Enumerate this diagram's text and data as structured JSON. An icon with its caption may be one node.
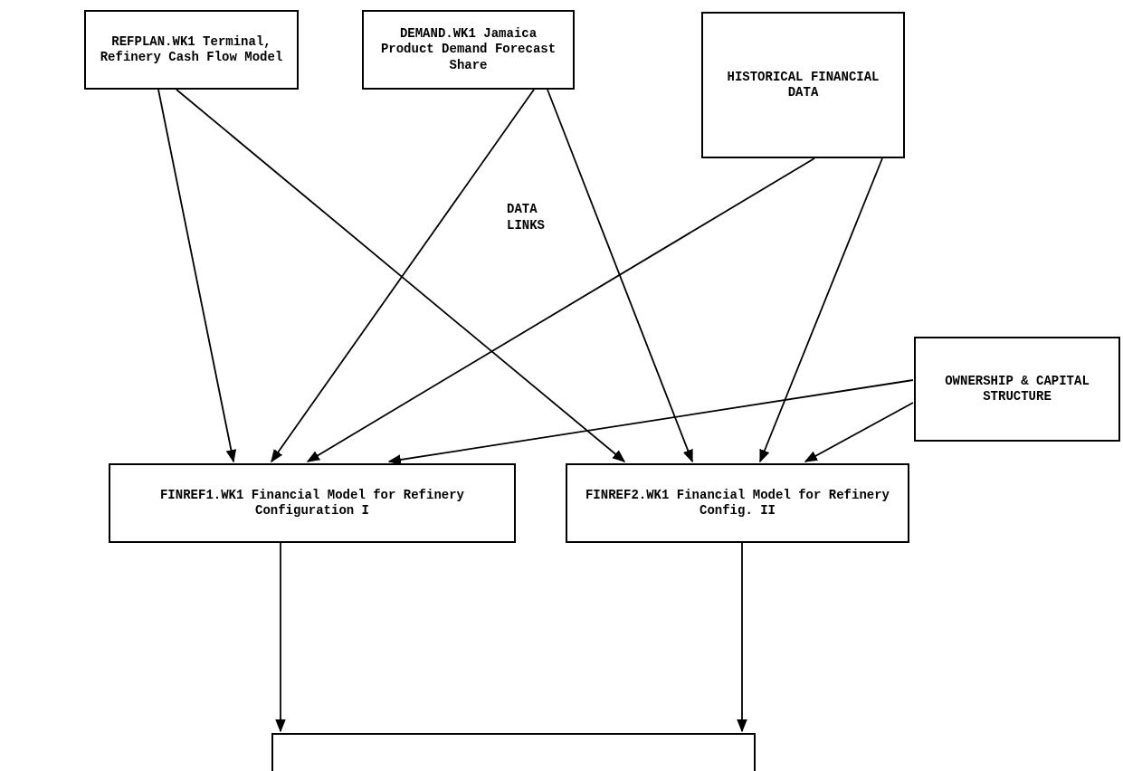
{
  "diagram": {
    "nodes": [
      {
        "text": [
          "REFPLAN.WK1 Terminal, Refinery Cash Flow Model"
        ]
      },
      {
        "text": [
          "DEMAND.WK1 Jamaica Product Demand Forecast Share"
        ]
      },
      {
        "text": [
          "HISTORICAL FINANCIAL DATA"
        ]
      },
      {
        "text": [
          "OWNERSHIP & CAPITAL STRUCTURE"
        ]
      },
      {
        "text": [
          "FINREF1.WK1 Financial Model for Refinery Configuration I"
        ]
      },
      {
        "text": [
          "FINREF2.WK1 Financial Model for Refinery Config. II"
        ]
      },
      {
        "text": [],
        "shape": "box"
      }
    ],
    "edges": [
      {
        "from": 0,
        "to": 4,
        "arrow": "to"
      },
      {
        "from": 0,
        "to": 5,
        "arrow": "to"
      },
      {
        "from": 1,
        "to": 4,
        "arrow": "to"
      },
      {
        "from": 1,
        "to": 5,
        "arrow": "to"
      },
      {
        "from": 2,
        "to": 4,
        "arrow": "to"
      },
      {
        "from": 2,
        "to": 5,
        "arrow": "to"
      },
      {
        "from": 3,
        "to": 4,
        "arrow": "to"
      },
      {
        "from": 3,
        "to": 5,
        "arrow": "to"
      },
      {
        "from": 4,
        "to": 6,
        "arrow": "to"
      },
      {
        "from": 5,
        "to": 6,
        "arrow": "to"
      }
    ],
    "labels": [
      "DATA LINKS"
    ]
  }
}
